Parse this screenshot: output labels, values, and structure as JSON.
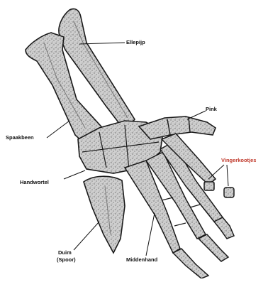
{
  "figure": {
    "labels": {
      "ellepijp": "Ellepijp",
      "pink": "Pink",
      "spaakbeen": "Spaakbeen",
      "vingerkootjes": "Vingerkootjes",
      "handwortel": "Handwortel",
      "duim_line1": "Duim",
      "duim_line2": "(Spoor)",
      "middenhand": "Middenhand"
    },
    "colors": {
      "background": "#ffffff",
      "bone_fill": "#d6d6d6",
      "bone_shade": "#9a9a9a",
      "bone_outline": "#1a1a1a",
      "label_text": "#111111",
      "vingerkootjes_label": "#c0392b",
      "leader_line": "#111111"
    }
  }
}
